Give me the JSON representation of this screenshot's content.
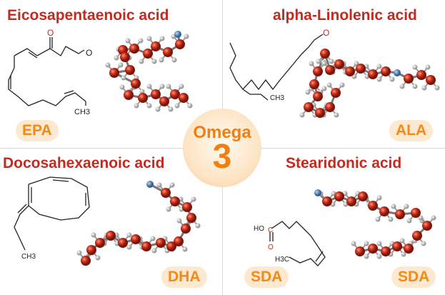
{
  "panels": [
    {
      "title": "Eicosapentaenoic acid",
      "badge": "EPA"
    },
    {
      "title": "alpha-Linolenic acid",
      "badge": "ALA"
    },
    {
      "title": "Docosahexaenoic acid",
      "badge": "DHA"
    },
    {
      "title": "Stearidonic acid",
      "badges": [
        "SDA",
        "SDA"
      ]
    }
  ],
  "center": {
    "label": "Omega",
    "number": "3"
  },
  "atom_labels": {
    "oxygen": "O",
    "methyl": "CH3",
    "methyl_sub": "3",
    "hydroxyl": "HO",
    "carbon": "C",
    "methyl_left": "H3C"
  },
  "colors": {
    "title": "#c42a1f",
    "badge_text": "#f28a1a",
    "badge_bg": "#fde8d0",
    "carbon_atom": "#d0321e",
    "hydrogen_atom": "#cfcfcf",
    "hetero_atom": "#4a82c0"
  }
}
